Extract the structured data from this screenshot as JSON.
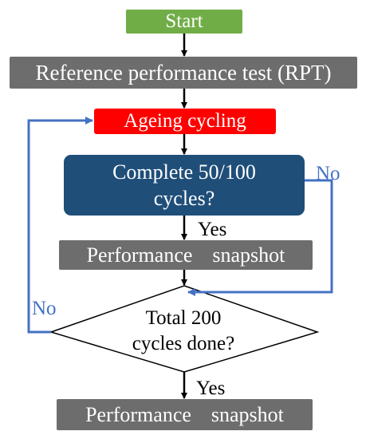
{
  "nodes": {
    "start": "Start",
    "rpt": "Reference performance test (RPT)",
    "ageing": "Ageing cycling",
    "complete_line1": "Complete 50/100",
    "complete_line2": "cycles?",
    "snapshot_1": "Performance  snapshot",
    "total_line1": "Total 200",
    "total_line2": "cycles done?",
    "snapshot_2": "Performance  snapshot"
  },
  "edge_labels": {
    "yes_1": "Yes",
    "no_1": "No",
    "no_2": "No",
    "yes_2": "Yes"
  },
  "colors": {
    "start": "#70ad47",
    "process_gray": "#6d6d6d",
    "ageing_red": "#ff0000",
    "decision_blue": "#1f4e79",
    "loop_arrow": "#4472c4",
    "arrow_black": "#000000"
  }
}
